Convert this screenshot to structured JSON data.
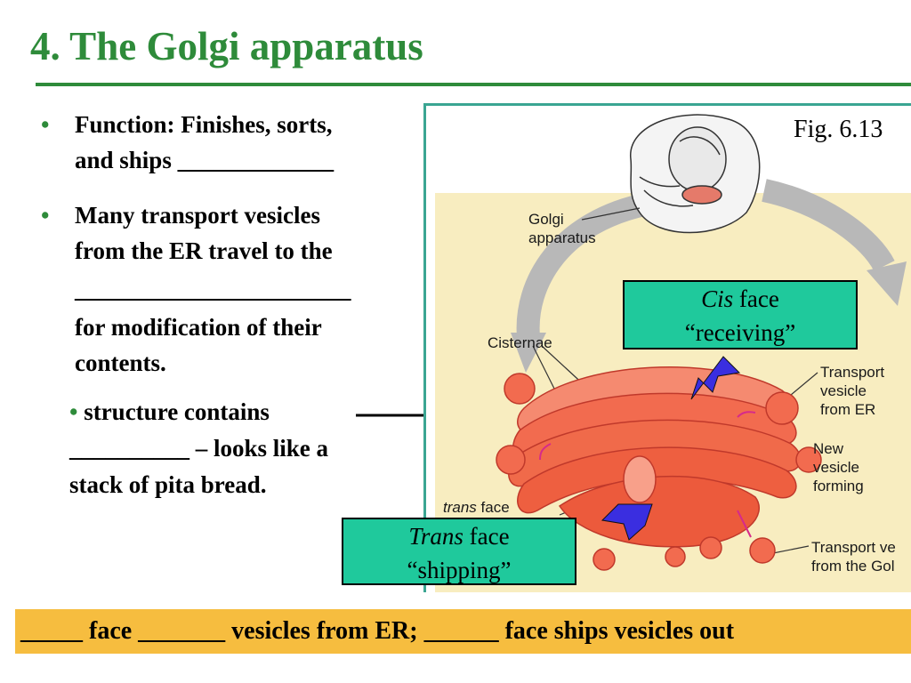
{
  "title": "4. The Golgi apparatus",
  "bullets": [
    {
      "lines": [
        "Function: Finishes, sorts,",
        "and ships _____________"
      ]
    },
    {
      "lines": [
        "Many transport vesicles",
        "from the ER travel to the",
        "_______________________",
        "for modification of their",
        "contents."
      ]
    }
  ],
  "sub_bullet": {
    "dot": "•",
    "lines": [
      " structure contains",
      "__________ – looks like a",
      "stack of pita bread."
    ]
  },
  "bullet_symbol": "•",
  "figure": {
    "fig_number": "Fig. 6.13",
    "labels": {
      "golgi_apparatus": [
        "Golgi",
        "apparatus"
      ],
      "cisternae": "Cisternae",
      "transport_vesicle_er": [
        "Transport",
        "vesicle",
        "from ER"
      ],
      "new_vesicle": [
        "New",
        "vesicle",
        "forming"
      ],
      "trans_face_italic": "trans",
      "trans_face_rest": " face",
      "transport_vesicle_golgi": [
        "Transport ve",
        "from the Gol"
      ]
    },
    "callout_cis": {
      "italic": "Cis",
      "rest": " face",
      "line2": "“receiving”"
    },
    "callout_trans": {
      "italic": "Trans",
      "rest": " face",
      "line2": "“shipping”"
    }
  },
  "bottom_bar": "_____  face _______ vesicles from ER;  ______  face ships vesicles out",
  "colors": {
    "title_green": "#2e8b3a",
    "callout_fill": "#1fc99c",
    "bottom_bar": "#f6bd3f",
    "golgi_orange": "#f06a4a",
    "arrow_blue": "#3a2ee0"
  }
}
